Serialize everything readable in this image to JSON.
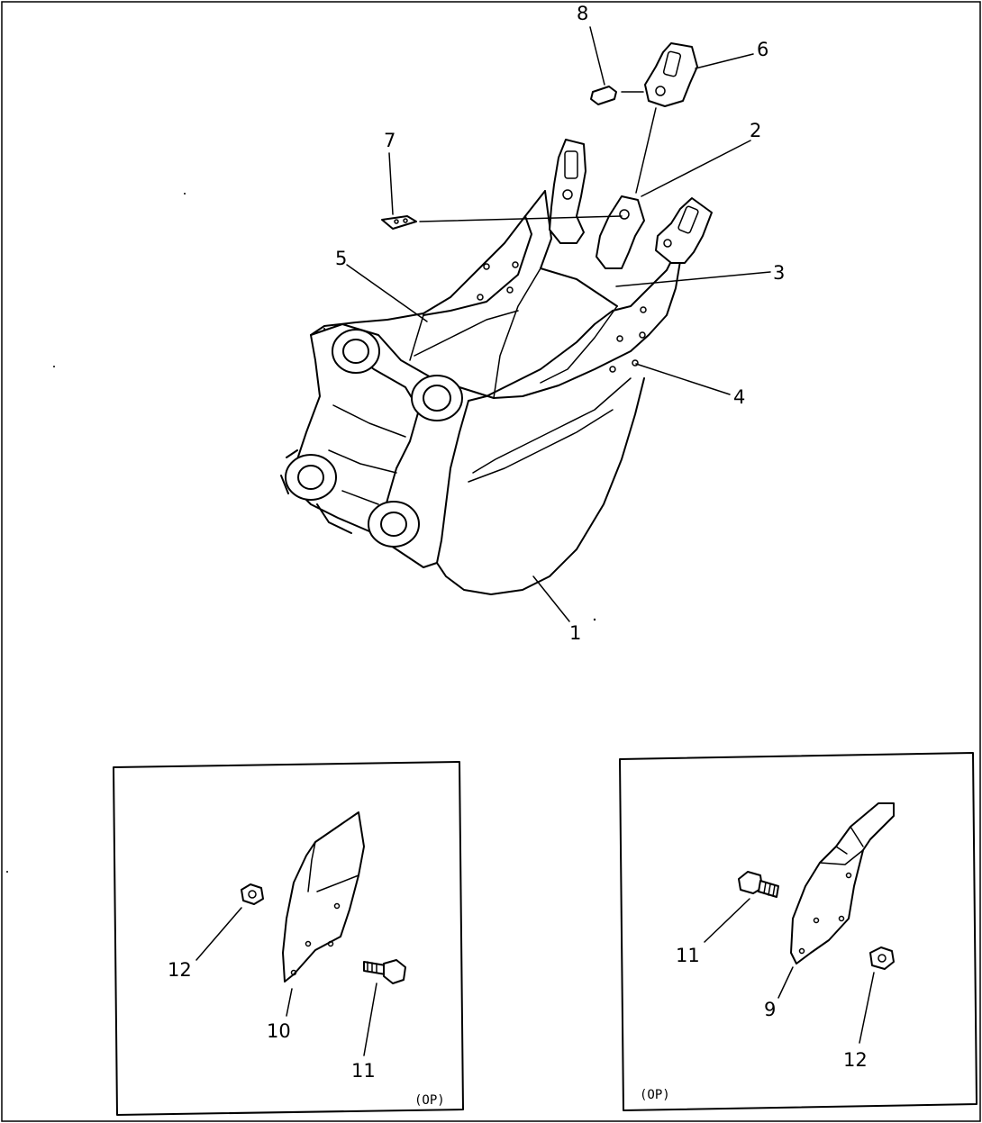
{
  "diagram": {
    "main_callouts": [
      "1",
      "2",
      "3",
      "4",
      "5",
      "6",
      "7",
      "8"
    ],
    "inset_left": {
      "callouts": [
        "12",
        "10",
        "11"
      ],
      "option_label": "(OP)"
    },
    "inset_right": {
      "callouts": [
        "11",
        "9",
        "12"
      ],
      "option_label": "(OP)"
    }
  }
}
